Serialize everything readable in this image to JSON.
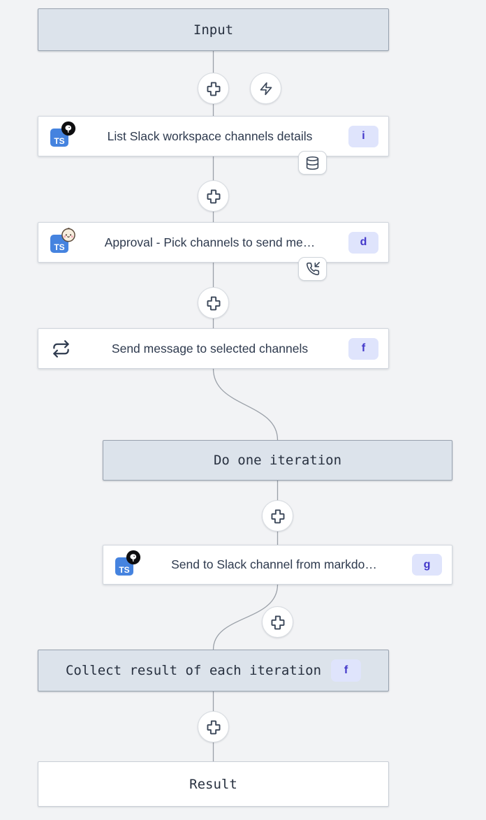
{
  "flow": {
    "input": {
      "label": "Input"
    },
    "steps": [
      {
        "label": "List Slack workspace channels details",
        "badge": "i",
        "language": "typescript",
        "runtime": "deno",
        "attachment": "database-icon"
      },
      {
        "label": "Approval - Pick channels to send me…",
        "badge": "d",
        "language": "typescript",
        "runtime": "bun",
        "attachment": "phone-incoming-icon"
      },
      {
        "label": "Send message to selected channels",
        "badge": "f",
        "icon": "repeat-icon"
      },
      {
        "label": "Send to Slack channel from markdo…",
        "badge": "g",
        "language": "typescript",
        "runtime": "deno"
      }
    ],
    "iteration_header": {
      "label": "Do one iteration"
    },
    "collect": {
      "label": "Collect result of each iteration",
      "badge": "f"
    },
    "result": {
      "label": "Result"
    }
  },
  "icons": {
    "ts_label": "TS",
    "add_step": "plus-icon",
    "trigger": "zap-icon"
  },
  "colors": {
    "background": "#f2f3f5",
    "group_box_bg": "#dce3eb",
    "group_box_border": "#99a3b0",
    "node_bg": "#ffffff",
    "node_border": "#d2d7de",
    "badge_bg": "#dfe4fc",
    "badge_text": "#4338ca",
    "ts_blue": "#4583df",
    "edge": "#9aa0a8",
    "text_dark": "#27303f"
  }
}
